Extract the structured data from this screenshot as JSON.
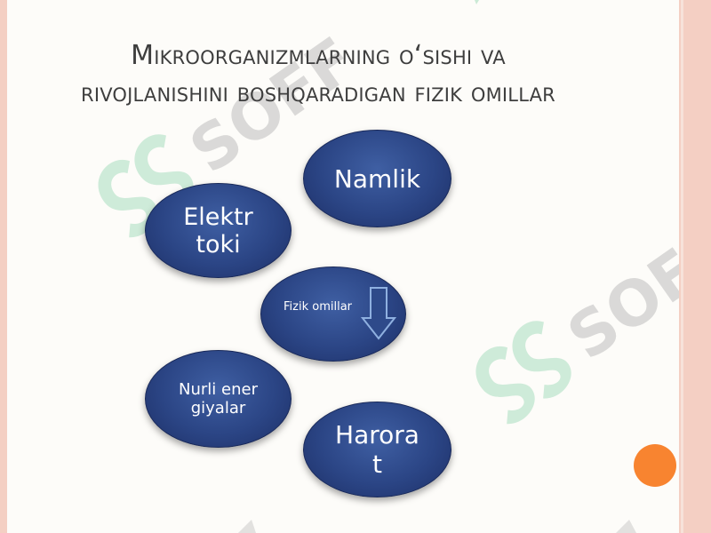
{
  "slide": {
    "title_line1": "Mikroorganizmlarning o‘sishi va",
    "title_line2": "rivojlanishini boshqaradigan fizik omillar"
  },
  "diagram": {
    "center_label": "Fizik omillar",
    "nodes": [
      {
        "id": "namlik",
        "label": "Namlik"
      },
      {
        "id": "elektr",
        "label": "Elektr toki"
      },
      {
        "id": "nurli",
        "label": "Nurli energiyalar"
      },
      {
        "id": "harorat",
        "label": "Harorat"
      }
    ]
  },
  "watermark": {
    "text": "SOFF"
  },
  "colors": {
    "ellipse_fill": "#2b4585",
    "ellipse_text": "#ffffff",
    "title_text": "#3e3e3e",
    "accent_dot": "#f88430",
    "side_band": "#f4cfc3"
  }
}
